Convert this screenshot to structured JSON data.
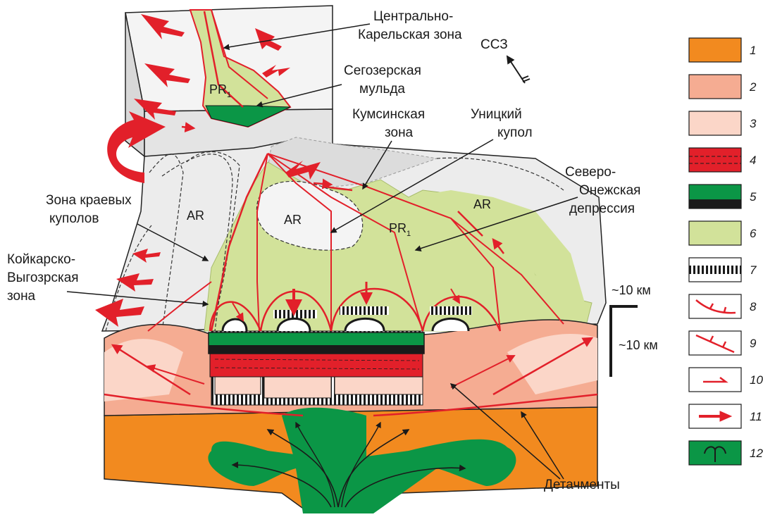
{
  "labels": {
    "central_karelian_1": "Центрально-",
    "central_karelian_2": "Карельская зона",
    "segozero_1": "Сегозерская",
    "segozero_2": "мульда",
    "ssz": "ССЗ",
    "kumsa_1": "Кумсинская",
    "kumsa_2": "зона",
    "unitsky_1": "Уницкий",
    "unitsky_2": "купол",
    "north_onega_1": "Северо-",
    "north_onega_2": "Онежская",
    "north_onega_3": "депрессия",
    "edge_domes_1": "Зона краевых",
    "edge_domes_2": "куполов",
    "koikar_1": "Койкарско-",
    "koikar_2": "Выгозрская",
    "koikar_3": "зона",
    "detachments": "Детачменты",
    "scale_h": "~10 км",
    "scale_v": "~10 км"
  },
  "symbols": {
    "pr1_base": "PR",
    "pr1_sub": "1",
    "ar": "AR"
  },
  "legend": [
    {
      "num": "1",
      "color": "#f28a1f"
    },
    {
      "num": "2",
      "color": "#f5ac92"
    },
    {
      "num": "3",
      "color": "#fbd6c8"
    },
    {
      "num": "4",
      "color": "#e2202a"
    },
    {
      "num": "5",
      "color": "#0b9646"
    },
    {
      "num": "6",
      "color": "#d2e29a"
    },
    {
      "num": "7",
      "color": "#ffffff"
    },
    {
      "num": "8",
      "color": "#ffffff"
    },
    {
      "num": "9",
      "color": "#ffffff"
    },
    {
      "num": "10",
      "color": "#ffffff"
    },
    {
      "num": "11",
      "color": "#ffffff"
    },
    {
      "num": "12",
      "color": "#0b9646"
    }
  ],
  "colors": {
    "basement_orange": "#f28a1f",
    "crust_pink": "#f5ac92",
    "crust_light": "#fbd6c8",
    "fault_red": "#e2202a",
    "mantle_green": "#0b9646",
    "pr1_green": "#d2e29a",
    "surface_gray": "#ececec"
  }
}
